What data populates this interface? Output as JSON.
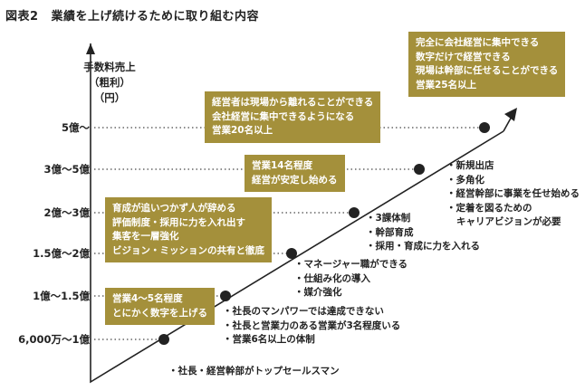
{
  "figure": {
    "number": "図表2",
    "title": "業績を上げ続けるために取り組む内容"
  },
  "y_axis": {
    "title_line1": "手数料売上",
    "title_line2": "（粗利）",
    "title_line3": "（円）"
  },
  "levels": [
    "6,000万〜1億",
    "1億〜1.5億",
    "1.5億〜2億",
    "2億〜3億",
    "3億〜5億",
    "5億〜"
  ],
  "callouts": [
    {
      "lines": [
        "営業4〜5名程度",
        "とにかく数字を上げる"
      ]
    },
    {
      "lines": [
        "育成が追いつかず人が辞める",
        "評価制度・採用に力を入れ出す",
        "集客を一層強化",
        "ビジョン・ミッションの共有と徹底"
      ]
    },
    {
      "lines": [
        "営業14名程度",
        "経営が安定し始める"
      ]
    },
    {
      "lines": [
        "経営者は現場から離れることができる",
        "会社経営に集中できるようになる",
        "営業20名以上"
      ]
    },
    {
      "lines": [
        "完全に会社経営に集中できる",
        "数字だけで経営できる",
        "現場は幹部に任せることができる",
        "営業25名以上"
      ]
    }
  ],
  "lists": [
    {
      "items": [
        "・社長・経営幹部がトップセールスマン"
      ]
    },
    {
      "items": [
        "・社長のマンパワーでは達成できない",
        "・社長と営業力のある営業が3名程度いる",
        "・営業6名以上の体制"
      ]
    },
    {
      "items": [
        "・マネージャー職ができる",
        "・仕組み化の導入",
        "・媒介強化"
      ]
    },
    {
      "items": [
        "・3課体制",
        "・幹部育成",
        "・採用・育成に力を入れる"
      ]
    },
    {
      "items": [
        "・新規出店",
        "・多角化",
        "・経営幹部に事業を任せ始める",
        "・定着を図るための",
        "キャリアビジョンが必要"
      ]
    }
  ],
  "colors": {
    "callout": "#a4903b",
    "line": "#222222",
    "dots": "#666666"
  }
}
